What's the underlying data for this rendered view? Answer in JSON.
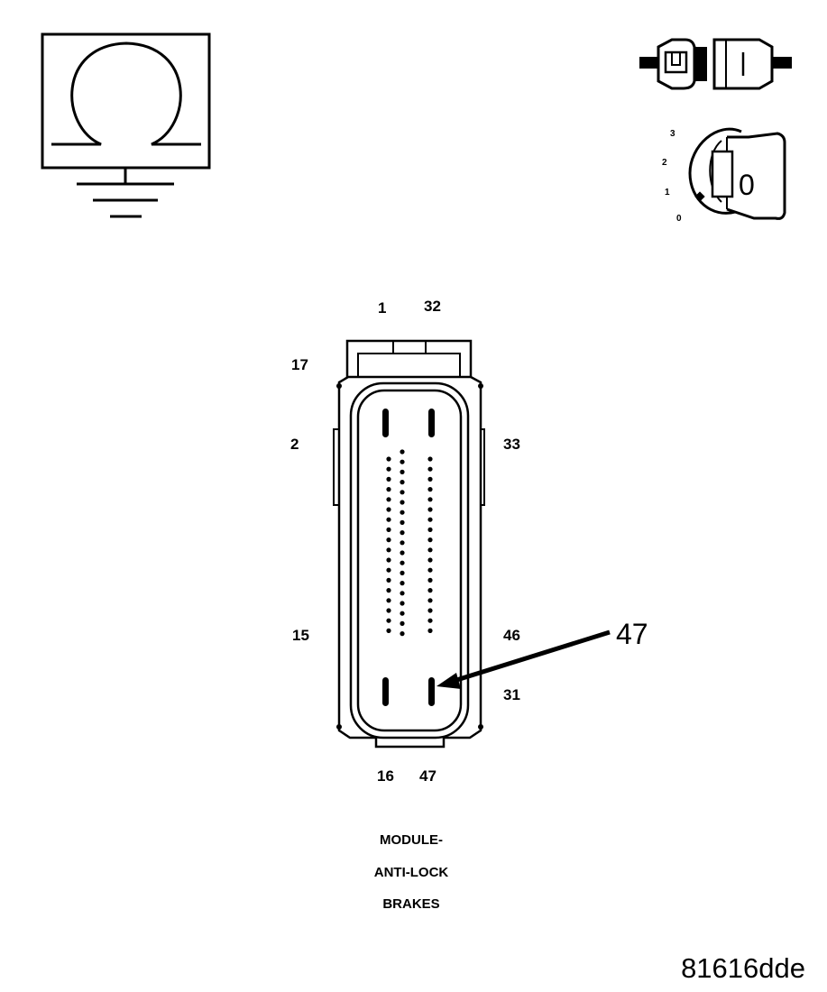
{
  "icons": {
    "ohmmeter": "ohmmeter-ground-icon",
    "connector": "connector-disconnect-icon",
    "ignition": "ignition-key-off-icon"
  },
  "ignition": {
    "positions": [
      "3",
      "2",
      "1",
      "0"
    ],
    "key_label": "0"
  },
  "connector": {
    "pin_labels": {
      "top_left": "1",
      "top_right": "32",
      "upper_left": "17",
      "left_middle": "2",
      "right_middle": "33",
      "lower_left": "15",
      "lower_right": "46",
      "right_bottom": "31",
      "bottom_left": "16",
      "bottom_right": "47"
    },
    "callout_pin": "47"
  },
  "module": {
    "line1": "MODULE-",
    "line2": "ANTI-LOCK",
    "line3": "BRAKES"
  },
  "figure_id": "81616dde"
}
